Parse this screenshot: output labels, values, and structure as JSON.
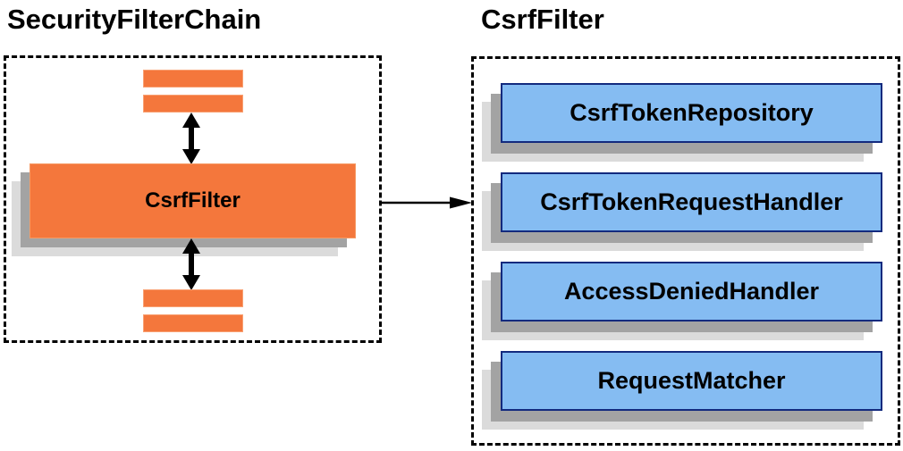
{
  "left_panel": {
    "title": "SecurityFilterChain",
    "filter_node_label": "CsrfFilter"
  },
  "right_panel": {
    "title": "CsrfFilter",
    "components": [
      {
        "label": "CsrfTokenRepository"
      },
      {
        "label": "CsrfTokenRequestHandler"
      },
      {
        "label": "AccessDeniedHandler"
      },
      {
        "label": "RequestMatcher"
      }
    ]
  },
  "icons": {
    "double_arrow": "bidirectional-vertical-arrow",
    "right_arrow": "arrow-right"
  },
  "colors": {
    "node_orange": "#F4773C",
    "node_orange_border": "#F9A173",
    "component_blue": "#85BCF2",
    "component_blue_border": "#132A7E",
    "shadow_dark": "#A3A3A3",
    "shadow_light": "#DBDBDB",
    "dashed_border": "#000000",
    "text": "#000000"
  }
}
